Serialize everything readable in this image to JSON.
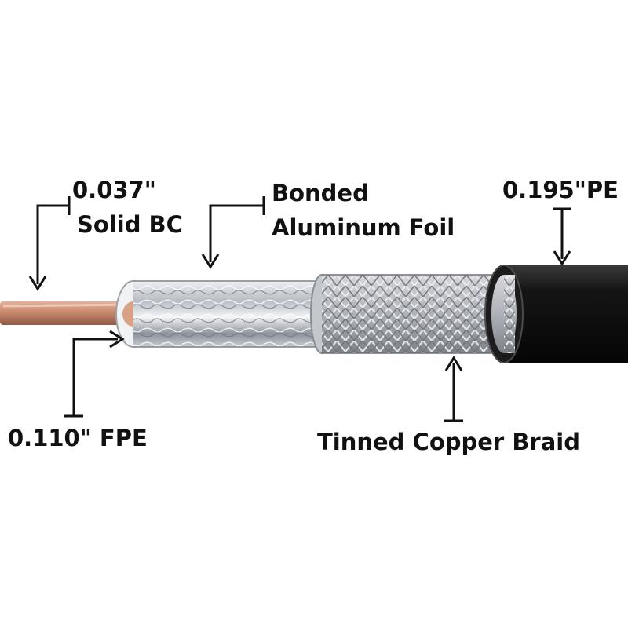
{
  "labels": {
    "conductor": {
      "line1": "0.037\"",
      "line2": "Solid BC"
    },
    "foil": {
      "line1": "Bonded",
      "line2": "Aluminum Foil"
    },
    "jacket": "0.195\"PE",
    "dielectric": "0.110\" FPE",
    "braid": "Tinned Copper Braid"
  },
  "colors": {
    "copper": "#c98a6e",
    "foil": "#c9ccd2",
    "braid": "#b6b8bd",
    "jacket": "#141414",
    "text": "#111111"
  }
}
